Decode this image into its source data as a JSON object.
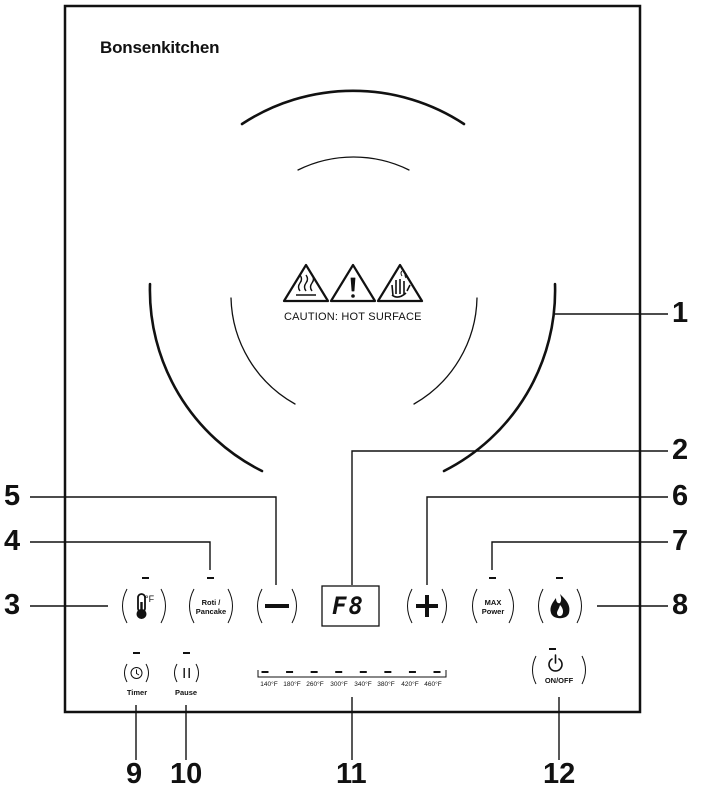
{
  "brand": "Bonsenkitchen",
  "caution_text": "CAUTION: HOT SURFACE",
  "warning_icons": [
    "hot-surface-icon",
    "exclamation-warning-icon",
    "no-touch-hand-icon"
  ],
  "display_value": "F8",
  "buttons": {
    "temp_unit": "°F",
    "roti_pancake": [
      "Roti /",
      "Pancake"
    ],
    "max_power": [
      "MAX",
      "Power"
    ],
    "timer": "Timer",
    "pause": "Pause",
    "on_off": "ON/OFF"
  },
  "temperature_levels": [
    "140°F",
    "180°F",
    "260°F",
    "300°F",
    "340°F",
    "380°F",
    "420°F",
    "460°F"
  ],
  "callouts": {
    "n1": "1",
    "n2": "2",
    "n3": "3",
    "n4": "4",
    "n5": "5",
    "n6": "6",
    "n7": "7",
    "n8": "8",
    "n9": "9",
    "n10": "10",
    "n11": "11",
    "n12": "12"
  }
}
